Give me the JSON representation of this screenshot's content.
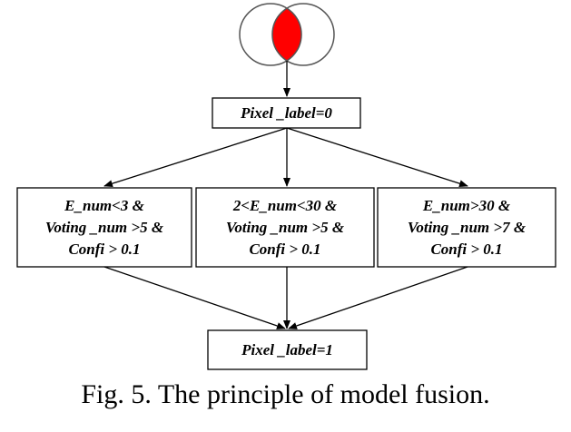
{
  "colors": {
    "intersection_fill": "#ff0000",
    "stroke": "#000000",
    "circle_stroke": "#555555",
    "background": "#ffffff"
  },
  "symbol": {
    "icon": "venn-intersection-icon"
  },
  "nodes": {
    "start": "Pixel _label=0",
    "conditions": [
      {
        "lines": [
          "E_num<3 &",
          "Voting _num >5 &",
          "Confi > 0.1"
        ]
      },
      {
        "lines": [
          "2<E_num<30 &",
          "Voting _num >5 &",
          "Confi > 0.1"
        ]
      },
      {
        "lines": [
          "E_num>30 &",
          "Voting _num >7 &",
          "Confi > 0.1"
        ]
      }
    ],
    "end": "Pixel _label=1"
  },
  "caption": "Fig. 5. The principle of model fusion."
}
